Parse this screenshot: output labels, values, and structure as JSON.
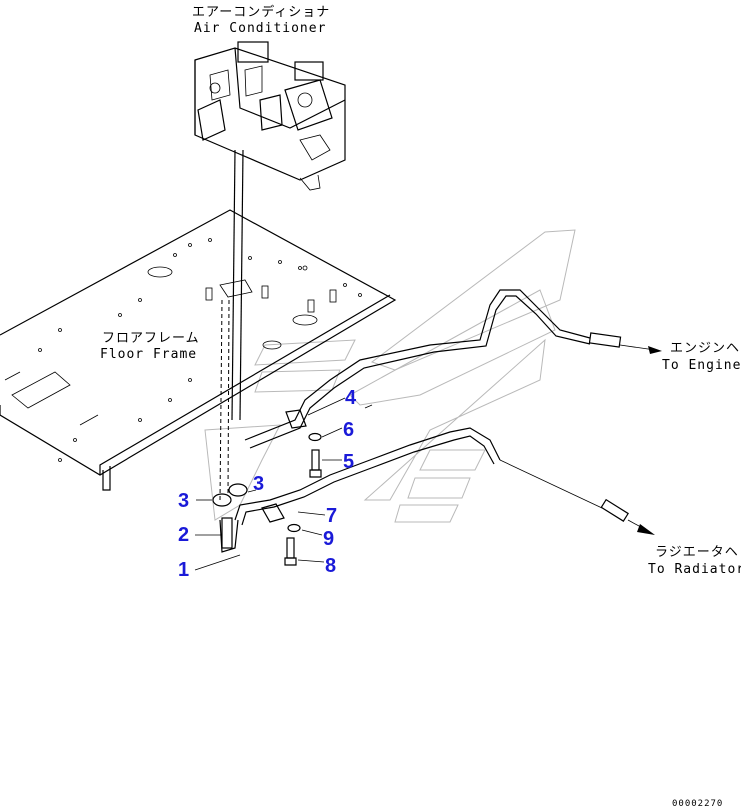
{
  "labels": {
    "air_conditioner_jp": "エアーコンディショナ",
    "air_conditioner_en": "Air Conditioner",
    "floor_frame_jp": "フロアフレーム",
    "floor_frame_en": "Floor Frame",
    "engine_jp": "エンジンヘ",
    "engine_en": "To Engine",
    "radiator_jp": "ラジエータヘ",
    "radiator_en": "To Radiator"
  },
  "callouts": [
    "1",
    "2",
    "3",
    "3",
    "4",
    "5",
    "6",
    "7",
    "8",
    "9"
  ],
  "drawing_code": "00002270",
  "colors": {
    "callout": "#1a1ad8",
    "line": "#000000",
    "watermark": "#b9b9b9"
  }
}
